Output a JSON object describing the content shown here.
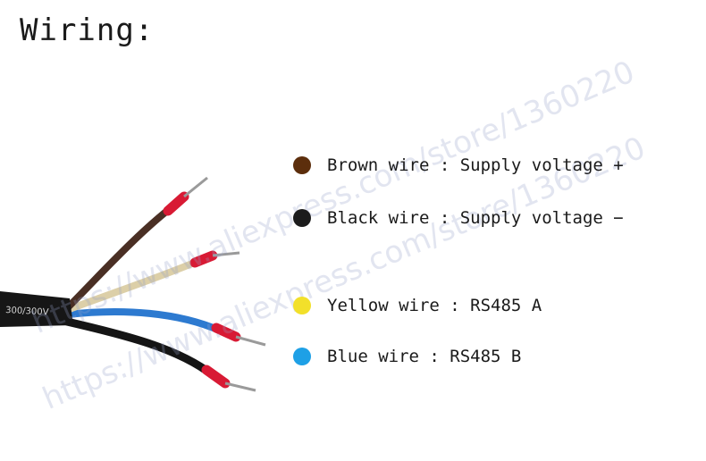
{
  "title": "Wiring:",
  "cable": {
    "jacket_label": "300/300V"
  },
  "legend": [
    {
      "color": "#5c2e0c",
      "text": "Brown wire : Supply voltage +"
    },
    {
      "color": "#1c1c1c",
      "text": "Black wire : Supply voltage −"
    },
    {
      "color": "#f2e02a",
      "text": "Yellow wire : RS485 A"
    },
    {
      "color": "#1ea0e6",
      "text": "Blue wire : RS485 B"
    }
  ],
  "watermarks": [
    "https://www.aliexpress.com/store/1360220",
    "https://www.aliexpress.com/store/1360220"
  ]
}
